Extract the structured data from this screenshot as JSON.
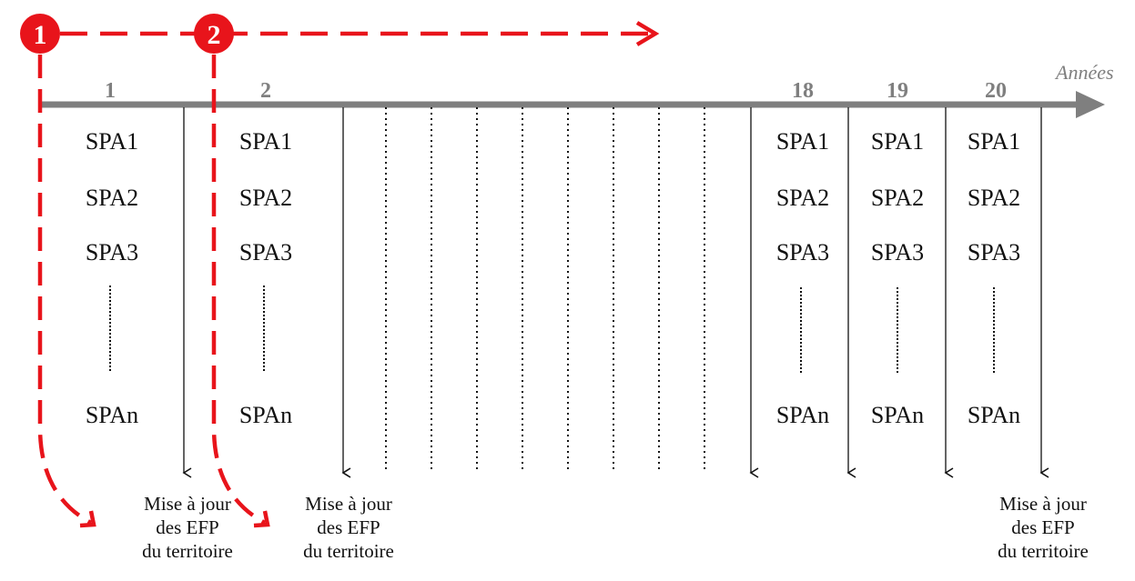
{
  "axis": {
    "label": "Années",
    "years": [
      "1",
      "2",
      "18",
      "19",
      "20"
    ]
  },
  "steps": [
    {
      "number": "1"
    },
    {
      "number": "2"
    }
  ],
  "spa_labels": [
    "SPA1",
    "SPA2",
    "SPA3",
    "SPAn"
  ],
  "update_label": {
    "line1": "Mise à jour",
    "line2": "des EFP",
    "line3": "du territoire"
  },
  "colors": {
    "axis": "#7f7f7f",
    "accent_red": "#e8141b",
    "text": "#111111"
  }
}
